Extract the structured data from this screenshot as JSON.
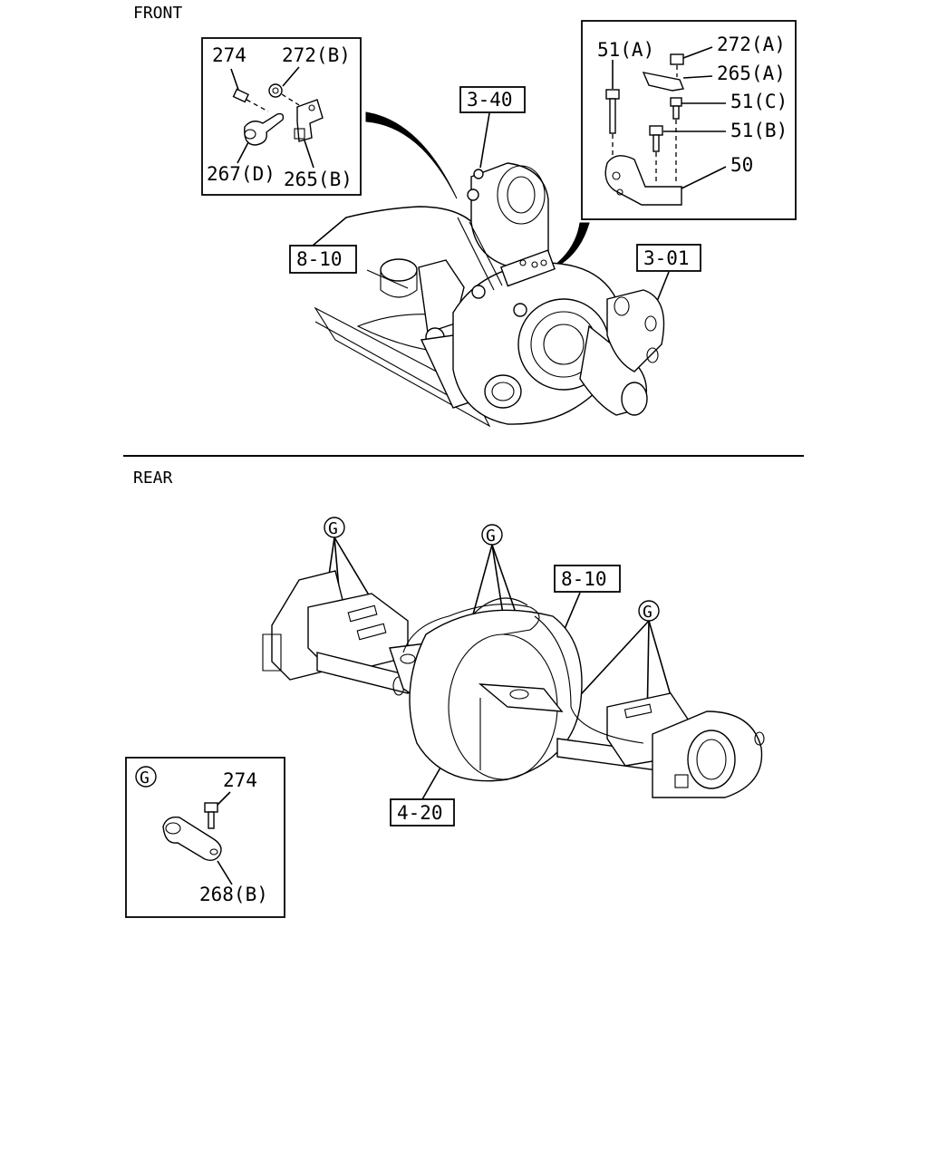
{
  "sections": {
    "front": "FRONT",
    "rear": "REAR"
  },
  "front": {
    "inset_left": {
      "bolt": "274",
      "nut": "272(B)",
      "clip": "267(D)",
      "bracket": "265(B)"
    },
    "inset_right": {
      "bolt_a": "51(A)",
      "nut_a": "272(A)",
      "bracket_a": "265(A)",
      "bolt_c": "51(C)",
      "bolt_b": "51(B)",
      "bracket": "50"
    },
    "refs": {
      "ref_3_40": "3-40",
      "ref_8_10": "8-10",
      "ref_3_01": "3-01"
    }
  },
  "rear": {
    "refs": {
      "ref_8_10": "8-10",
      "ref_4_20": "4-20"
    },
    "clip_marker": "G",
    "inset": {
      "marker": "G",
      "bolt": "274",
      "clip": "268(B)"
    }
  },
  "colors": {
    "line": "#000000",
    "background": "#ffffff"
  }
}
